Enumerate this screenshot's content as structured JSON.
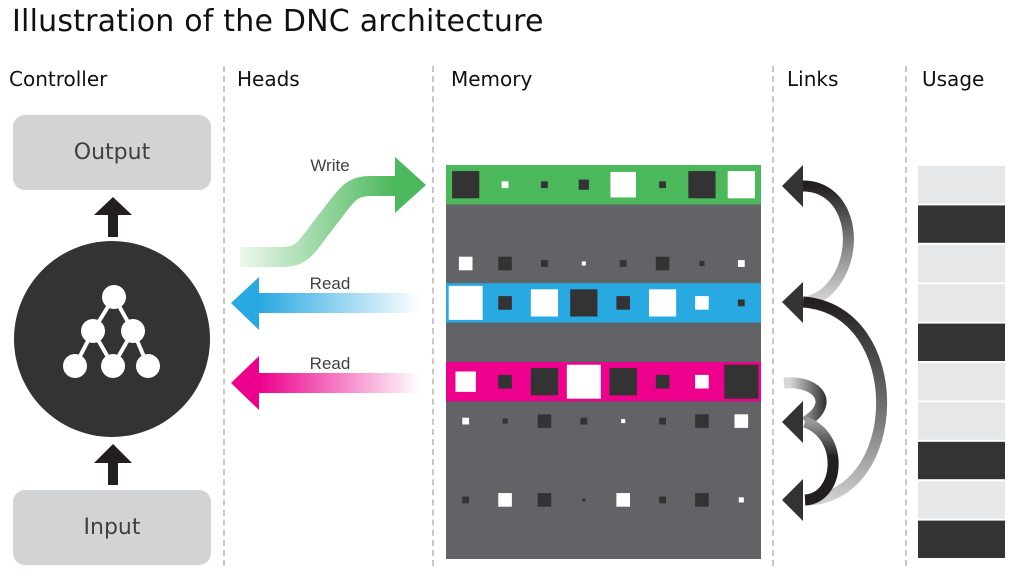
{
  "title": "Illustration of the DNC architecture",
  "columns": {
    "controller": "Controller",
    "heads": "Heads",
    "memory": "Memory",
    "links": "Links",
    "usage": "Usage"
  },
  "controller": {
    "output_label": "Output",
    "input_label": "Input",
    "icon": "neural-network-icon"
  },
  "heads": [
    {
      "label": "Write",
      "direction": "to-memory",
      "color": "#4cb85c",
      "target_row": 0
    },
    {
      "label": "Read",
      "direction": "from-memory",
      "color": "#29a9e1",
      "source_row": 3
    },
    {
      "label": "Read",
      "direction": "from-memory",
      "color": "#ec008c",
      "source_row": 5
    }
  ],
  "colors": {
    "memory_bg": "#626366",
    "cell_dark": "#333333",
    "cell_light": "#ffffff",
    "write": "#4cb85c",
    "read_1": "#29a9e1",
    "read_2": "#ec008c",
    "usage_used": "#333333",
    "usage_free": "#e6e7e8",
    "box": "#d1d3d4",
    "controller": "#333333"
  },
  "memory": {
    "rows": [
      {
        "highlight": "write",
        "cells": [
          [
            "d",
            0.8
          ],
          [
            "w",
            0.2
          ],
          [
            "d",
            0.2
          ],
          [
            "d",
            0.3
          ],
          [
            "w",
            0.75
          ],
          [
            "d",
            0.2
          ],
          [
            "d",
            0.8
          ],
          [
            "w",
            0.8
          ]
        ]
      },
      {
        "highlight": null,
        "cells": []
      },
      {
        "highlight": null,
        "cells": [
          [
            "w",
            0.4
          ],
          [
            "d",
            0.4
          ],
          [
            "d",
            0.2
          ],
          [
            "w",
            0.12
          ],
          [
            "d",
            0.2
          ],
          [
            "d",
            0.4
          ],
          [
            "d",
            0.15
          ],
          [
            "w",
            0.2
          ]
        ]
      },
      {
        "highlight": "read_1",
        "cells": [
          [
            "w",
            1.0
          ],
          [
            "d",
            0.4
          ],
          [
            "w",
            0.8
          ],
          [
            "d",
            0.8
          ],
          [
            "d",
            0.4
          ],
          [
            "w",
            0.8
          ],
          [
            "w",
            0.4
          ],
          [
            "d",
            0.2
          ]
        ]
      },
      {
        "highlight": null,
        "cells": []
      },
      {
        "highlight": "read_2",
        "cells": [
          [
            "w",
            0.6
          ],
          [
            "d",
            0.4
          ],
          [
            "d",
            0.8
          ],
          [
            "w",
            1.0
          ],
          [
            "d",
            0.8
          ],
          [
            "d",
            0.4
          ],
          [
            "w",
            0.4
          ],
          [
            "d",
            1.0
          ]
        ]
      },
      {
        "highlight": null,
        "cells": [
          [
            "w",
            0.2
          ],
          [
            "d",
            0.15
          ],
          [
            "d",
            0.4
          ],
          [
            "d",
            0.2
          ],
          [
            "w",
            0.12
          ],
          [
            "d",
            0.2
          ],
          [
            "d",
            0.4
          ],
          [
            "w",
            0.4
          ]
        ]
      },
      {
        "highlight": null,
        "cells": []
      },
      {
        "highlight": null,
        "cells": [
          [
            "d",
            0.2
          ],
          [
            "w",
            0.4
          ],
          [
            "d",
            0.4
          ],
          [
            "d",
            0.08
          ],
          [
            "w",
            0.4
          ],
          [
            "d",
            0.2
          ],
          [
            "d",
            0.4
          ],
          [
            "w",
            0.15
          ]
        ]
      },
      {
        "highlight": null,
        "cells": []
      }
    ]
  },
  "links": [
    {
      "from_row": 3,
      "to_row": 0
    },
    {
      "from_row": 8,
      "to_row": 3
    },
    {
      "from_row": 5,
      "to_row": 6
    },
    {
      "from_row": 6,
      "to_row": 8
    }
  ],
  "usage": [
    0,
    1,
    0,
    0,
    1,
    0,
    0,
    1,
    0,
    1
  ]
}
